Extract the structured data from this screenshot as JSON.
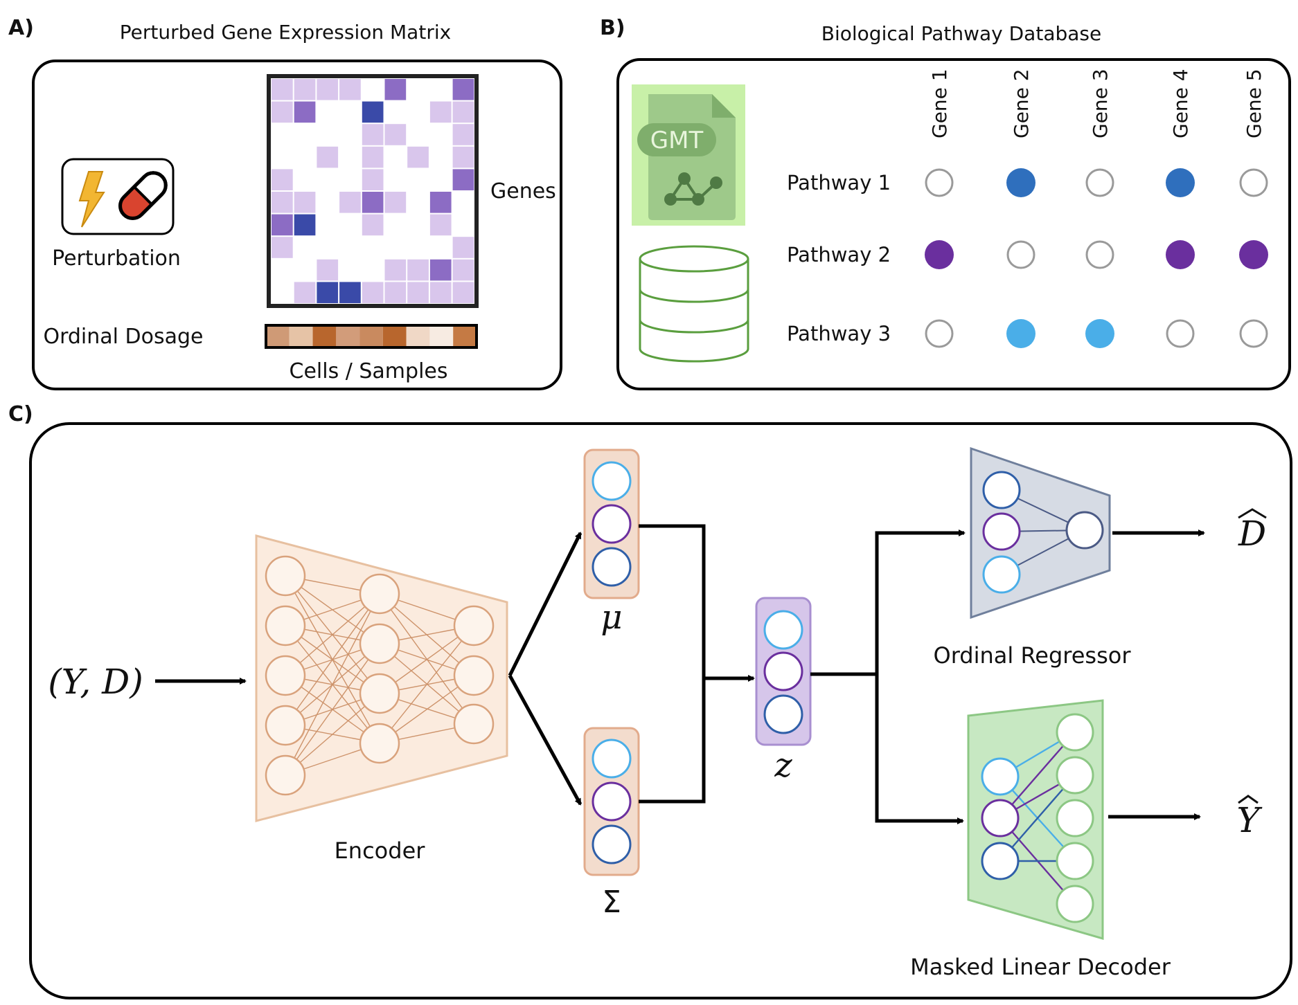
{
  "panel_a": {
    "letter": "A)",
    "title": "Perturbed Gene Expression Matrix",
    "genes_label": "Genes",
    "perturbation_label": "Perturbation",
    "dosage_label": "Ordinal Dosage",
    "cells_label": "Cells / Samples",
    "colors": {
      "light": "#d9c6ec",
      "mid": "#8c6cc4",
      "dark": "#3a4aa8"
    },
    "matrix_cells": [
      [
        0,
        0,
        "light"
      ],
      [
        1,
        0,
        "light"
      ],
      [
        2,
        0,
        "light"
      ],
      [
        3,
        0,
        "light"
      ],
      [
        5,
        0,
        "mid"
      ],
      [
        8,
        0,
        "mid"
      ],
      [
        0,
        1,
        "light"
      ],
      [
        1,
        1,
        "mid"
      ],
      [
        4,
        1,
        "dark"
      ],
      [
        7,
        1,
        "light"
      ],
      [
        8,
        1,
        "light"
      ],
      [
        4,
        2,
        "light"
      ],
      [
        5,
        2,
        "light"
      ],
      [
        8,
        2,
        "light"
      ],
      [
        2,
        3,
        "light"
      ],
      [
        4,
        3,
        "light"
      ],
      [
        6,
        3,
        "light"
      ],
      [
        8,
        3,
        "light"
      ],
      [
        0,
        4,
        "light"
      ],
      [
        4,
        4,
        "light"
      ],
      [
        8,
        4,
        "mid"
      ],
      [
        0,
        5,
        "light"
      ],
      [
        1,
        5,
        "light"
      ],
      [
        3,
        5,
        "light"
      ],
      [
        4,
        5,
        "mid"
      ],
      [
        5,
        5,
        "light"
      ],
      [
        7,
        5,
        "mid"
      ],
      [
        0,
        6,
        "mid"
      ],
      [
        1,
        6,
        "dark"
      ],
      [
        4,
        6,
        "light"
      ],
      [
        7,
        6,
        "light"
      ],
      [
        0,
        7,
        "light"
      ],
      [
        8,
        7,
        "light"
      ],
      [
        2,
        8,
        "light"
      ],
      [
        5,
        8,
        "light"
      ],
      [
        6,
        8,
        "light"
      ],
      [
        7,
        8,
        "mid"
      ],
      [
        8,
        8,
        "light"
      ],
      [
        1,
        9,
        "light"
      ],
      [
        2,
        9,
        "dark"
      ],
      [
        3,
        9,
        "dark"
      ],
      [
        4,
        9,
        "light"
      ],
      [
        5,
        9,
        "light"
      ],
      [
        6,
        9,
        "light"
      ],
      [
        7,
        9,
        "light"
      ],
      [
        8,
        9,
        "light"
      ]
    ],
    "dosage_colors": [
      "#cf9a76",
      "#e6c3a6",
      "#b8662d",
      "#d29c7a",
      "#c98a5f",
      "#b8662d",
      "#f0d8c6",
      "#f7ebe2",
      "#c57a44"
    ]
  },
  "panel_b": {
    "letter": "B)",
    "title": "Biological Pathway Database",
    "file_label": "GMT",
    "genes": [
      "Gene 1",
      "Gene 2",
      "Gene 3",
      "Gene 4",
      "Gene 5"
    ],
    "pathways": [
      {
        "name": "Pathway 1",
        "membership": [
          0,
          1,
          0,
          1,
          0
        ],
        "color": "#2f6fbd"
      },
      {
        "name": "Pathway 2",
        "membership": [
          1,
          0,
          0,
          1,
          1
        ],
        "color": "#6a2f9e"
      },
      {
        "name": "Pathway 3",
        "membership": [
          0,
          1,
          1,
          0,
          0
        ],
        "color": "#4aaee8"
      }
    ]
  },
  "panel_c": {
    "letter": "C)",
    "input_label": "(Y, D)",
    "encoder_label": "Encoder",
    "mu_label": "μ",
    "sigma_label": "Σ",
    "z_label": "z",
    "regressor_label": "Ordinal Regressor",
    "decoder_label": "Masked Linear Decoder",
    "d_hat_label": "D",
    "y_hat_label": "Y",
    "colors": {
      "light_blue": "#4aaee8",
      "purple": "#6a2f9e",
      "dark_blue": "#2f5fa8",
      "encoder": "#c98a5f",
      "latent_fill": "#f3dccd",
      "z_fill": "#d6c6ea",
      "regressor_fill": "#d6dbe4",
      "decoder_fill": "#c7e8c2"
    }
  }
}
